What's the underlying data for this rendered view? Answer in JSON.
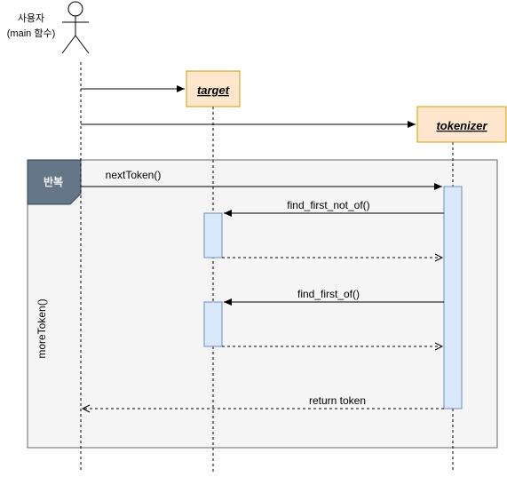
{
  "actor": {
    "name_line1": "사용자",
    "name_line2": "(main 함수)"
  },
  "participants": {
    "target": {
      "label": "target"
    },
    "tokenizer": {
      "label": "tokenizer"
    }
  },
  "loop": {
    "label": "반복",
    "guard": "moreToken()"
  },
  "messages": {
    "next_token": "nextToken()",
    "find_first_not_of": "find_first_not_of()",
    "find_first_of": "find_first_of()",
    "return_token": "return token"
  },
  "colors": {
    "participant_fill": "#ffe6cc",
    "participant_stroke": "#d79b00",
    "activation_fill": "#dae8fc",
    "activation_stroke": "#6c8ebf",
    "loop_fill": "#f5f5f5",
    "loop_stroke": "#666666",
    "loop_tab_fill": "#647687"
  }
}
